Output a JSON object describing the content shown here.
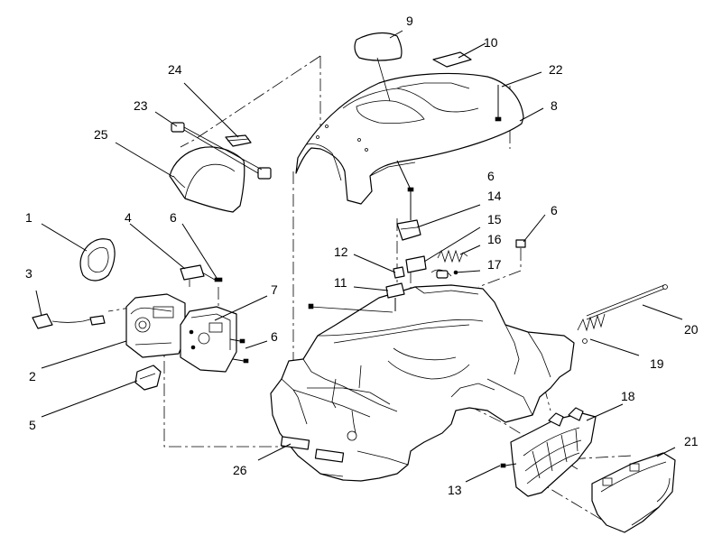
{
  "callouts": [
    {
      "id": "1",
      "text": "1"
    },
    {
      "id": "2",
      "text": "2"
    },
    {
      "id": "3",
      "text": "3"
    },
    {
      "id": "4",
      "text": "4"
    },
    {
      "id": "5",
      "text": "5"
    },
    {
      "id": "6a",
      "text": "6"
    },
    {
      "id": "6b",
      "text": "6"
    },
    {
      "id": "6c",
      "text": "6"
    },
    {
      "id": "6d",
      "text": "6"
    },
    {
      "id": "7",
      "text": "7"
    },
    {
      "id": "8",
      "text": "8"
    },
    {
      "id": "9",
      "text": "9"
    },
    {
      "id": "10",
      "text": "10"
    },
    {
      "id": "11",
      "text": "11"
    },
    {
      "id": "12",
      "text": "12"
    },
    {
      "id": "13",
      "text": "13"
    },
    {
      "id": "14",
      "text": "14"
    },
    {
      "id": "15",
      "text": "15"
    },
    {
      "id": "16",
      "text": "16"
    },
    {
      "id": "17",
      "text": "17"
    },
    {
      "id": "18",
      "text": "18"
    },
    {
      "id": "19",
      "text": "19"
    },
    {
      "id": "20",
      "text": "20"
    },
    {
      "id": "21",
      "text": "21"
    },
    {
      "id": "22",
      "text": "22"
    },
    {
      "id": "23",
      "text": "23"
    },
    {
      "id": "24",
      "text": "24"
    },
    {
      "id": "25",
      "text": "25"
    },
    {
      "id": "26",
      "text": "26"
    }
  ]
}
